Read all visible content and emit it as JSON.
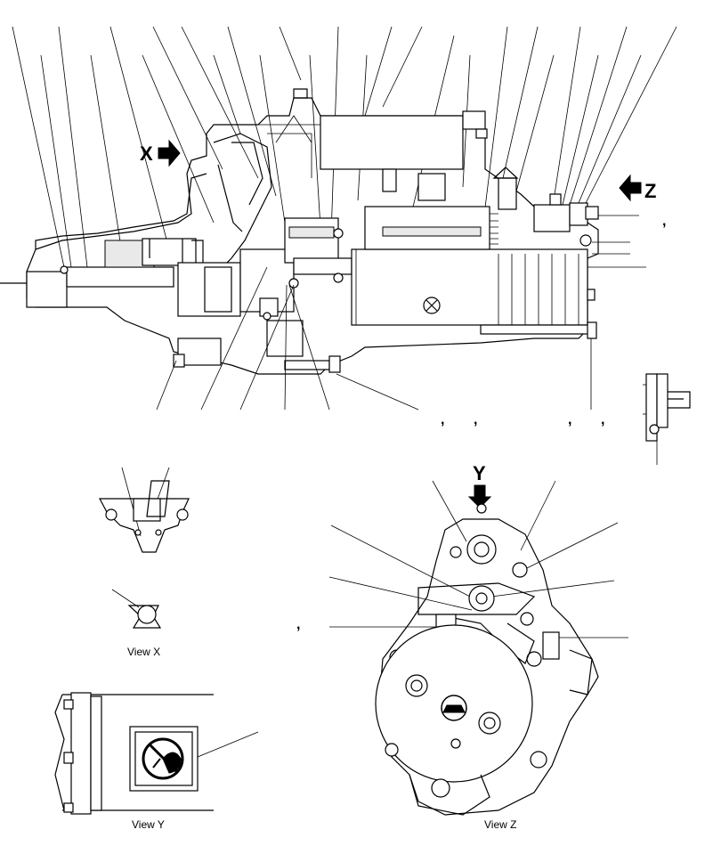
{
  "arrows": {
    "x": "X",
    "z": "Z",
    "y": "Y"
  },
  "captions": {
    "view_x": "View X",
    "view_y": "View Y",
    "view_z": "View Z"
  },
  "separators": [
    ",",
    ",",
    ",",
    ",",
    ",",
    ","
  ],
  "icons": {
    "no_water_symbol": "crossed-faucet-icon",
    "arrow": "block-arrow-icon"
  }
}
